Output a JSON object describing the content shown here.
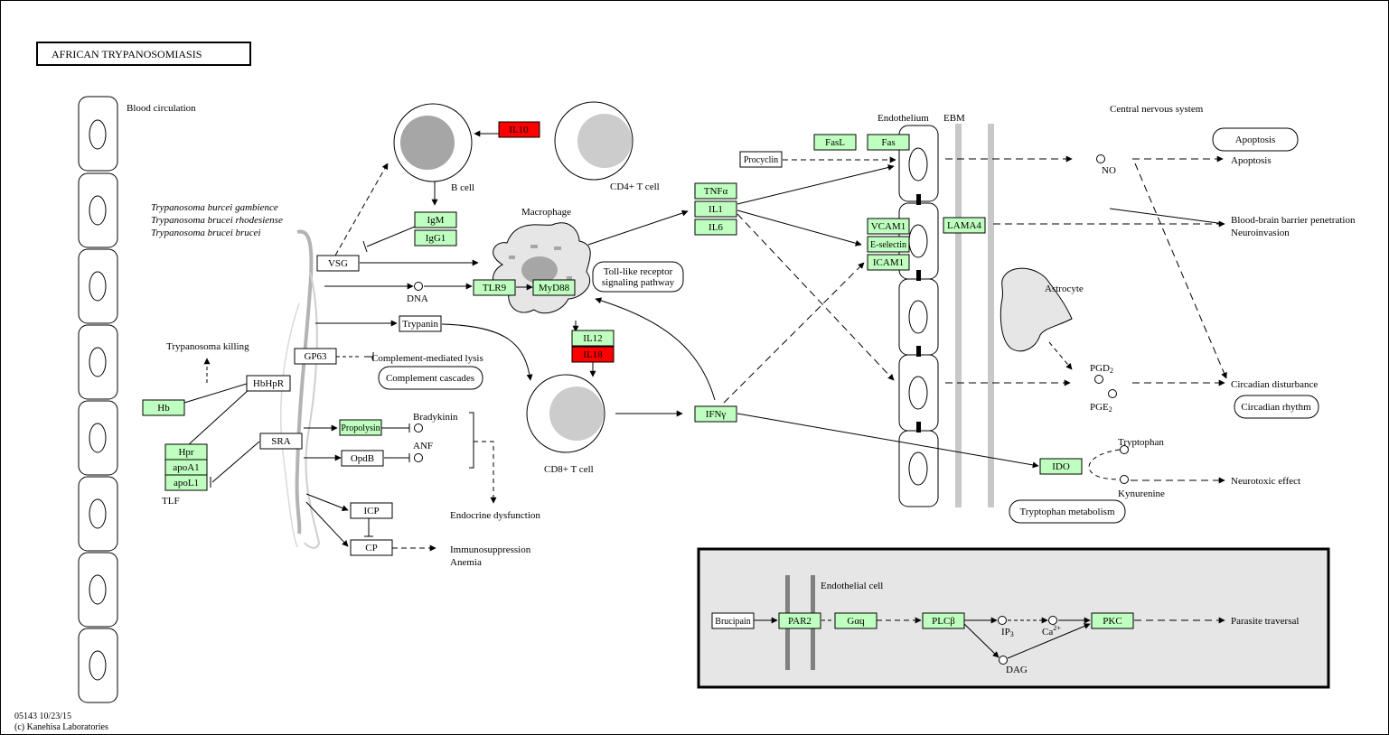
{
  "title": "AFRICAN  TRYPANOSOMIASIS",
  "footer": {
    "id_date": "05143 10/23/15",
    "copyright": "(c) Kanehisa Laboratories"
  },
  "colors": {
    "gene": "#bfffbf",
    "highlight": "#ff0000",
    "cell_fill": "#b3b3b3",
    "panel_fill": "#e6e6e6",
    "bar": "#c8c8c8"
  },
  "labels": {
    "blood_circulation": "Blood circulation",
    "species1": "Trypanosoma burcei gambience",
    "species2": "Trypanosoma brucei rhodesiense",
    "species3": "Trypanosoma brucei brucei",
    "b_cell": "B cell",
    "cd4": "CD4+ T cell",
    "cd8": "CD8+ T cell",
    "macrophage": "Macrophage",
    "dna": "DNA",
    "tlr_path_1": "Toll-like receptor",
    "tlr_path_2": "signaling pathway",
    "trypanosoma_killing": "Trypanosoma killing",
    "complement_lysis": "Complement-mediated lysis",
    "complement_cascades": "Complement cascades",
    "bradykinin": "Bradykinin",
    "anf": "ANF",
    "endocrine": "Endocrine dysfunction",
    "immunosuppression": "Immunosuppression",
    "anemia": "Anemia",
    "tlf": "TLF",
    "endothelium": "Endothelium",
    "ebm": "EBM",
    "cns": "Central nervous system",
    "no": "NO",
    "apoptosis_box": "Apoptosis",
    "apoptosis": "Apoptosis",
    "bbb1": "Blood-brain barrier penetration",
    "bbb2": "Neuroinvasion",
    "astrocyte": "Astrocyte",
    "pgd2": "PGD",
    "pge2": "PGE",
    "sub2": "2",
    "circadian_dist": "Circadian disturbance",
    "circadian_rhythm": "Circadian rhythm",
    "tryptophan": "Tryptophan",
    "kynurenine": "Kynurenine",
    "neurotoxic": "Neurotoxic effect",
    "tryptophan_metab": "Tryptophan metabolism",
    "endothelial_cell": "Endothelial cell",
    "ip3": "IP",
    "sub3": "3",
    "ca": "Ca",
    "sup2plus": "2+",
    "dag": "DAG",
    "parasite_traversal": "Parasite traversal"
  },
  "genes": {
    "il10": "IL10",
    "igm": "IgM",
    "igg1": "IgG1",
    "tnfa": "TNFα",
    "il1": "IL1",
    "il6": "IL6",
    "tlr9": "TLR9",
    "myd88": "MyD88",
    "il12": "IL12",
    "il18": "IL18",
    "ifng": "IFNγ",
    "hb": "Hb",
    "hpr": "Hpr",
    "apoa1": "apoA1",
    "apol1": "apoL1",
    "prop": "Propolysin",
    "fasl": "FasL",
    "fas": "Fas",
    "vcam1": "VCAM1",
    "esel": "E-selectin",
    "icam1": "ICAM1",
    "lama4": "LAMA4",
    "ido": "IDO",
    "par2": "PAR2",
    "gaq": "Gαq",
    "plcb": "PLCβ",
    "pkc": "PKC"
  },
  "compounds": {
    "vsg": "VSG",
    "trypanin": "Trypanin",
    "gp63": "GP63",
    "hbhpr": "HbHpR",
    "sra": "SRA",
    "opdb": "OpdB",
    "icp": "ICP",
    "cp": "CP",
    "procyclin": "Procyclin",
    "brucipain": "Brucipain"
  }
}
